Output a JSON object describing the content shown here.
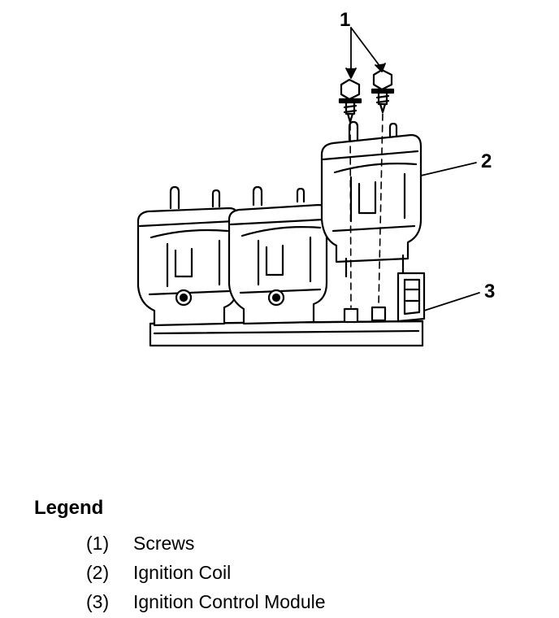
{
  "callouts": [
    {
      "number": "1",
      "part": "screws"
    },
    {
      "number": "2",
      "part": "ignition-coil"
    },
    {
      "number": "3",
      "part": "ignition-control-module"
    }
  ],
  "legend": {
    "title": "Legend",
    "items": [
      {
        "number": "(1)",
        "label": "Screws"
      },
      {
        "number": "(2)",
        "label": "Ignition Coil"
      },
      {
        "number": "(3)",
        "label": "Ignition Control Module"
      }
    ]
  }
}
